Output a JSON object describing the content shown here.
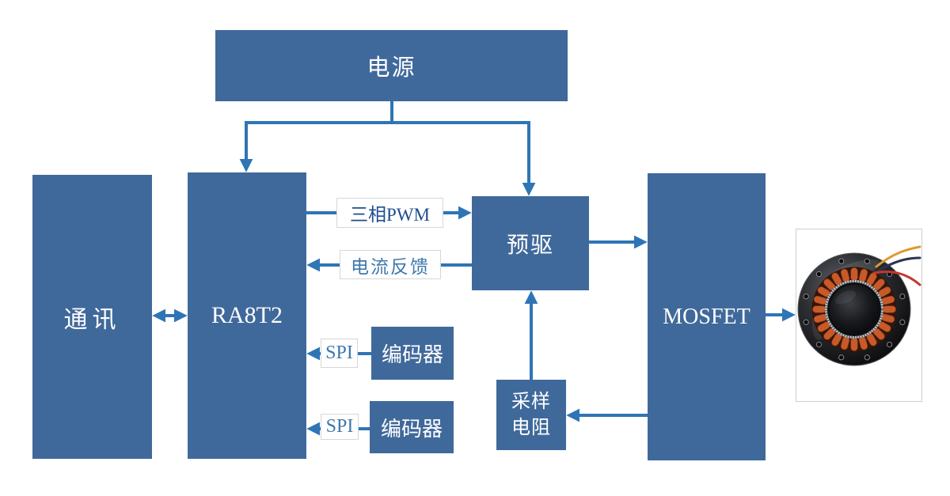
{
  "blocks": {
    "power": "电源",
    "comm": "通讯",
    "mcu": "RA8T2",
    "predriver": "预驱",
    "mosfet": "MOSFET",
    "sampling_line1": "采样",
    "sampling_line2": "电阻",
    "encoder1": "编码器",
    "encoder2": "编码器"
  },
  "labels": {
    "pwm": "三相PWM",
    "feedback": "电流反馈",
    "spi1": "SPI",
    "spi2": "SPI"
  },
  "colors": {
    "block_fill": "#40699b",
    "block_text": "#ffffff",
    "connector": "#2e75b6",
    "pwm_text": "#1f4e8f",
    "feedback_text": "#3e78ab",
    "spi_text": "#3e78ab",
    "label_border": "#d6d6d6",
    "motor_winding": "#c75a28"
  },
  "motor": {
    "icon": "bldc-motor-photo"
  }
}
